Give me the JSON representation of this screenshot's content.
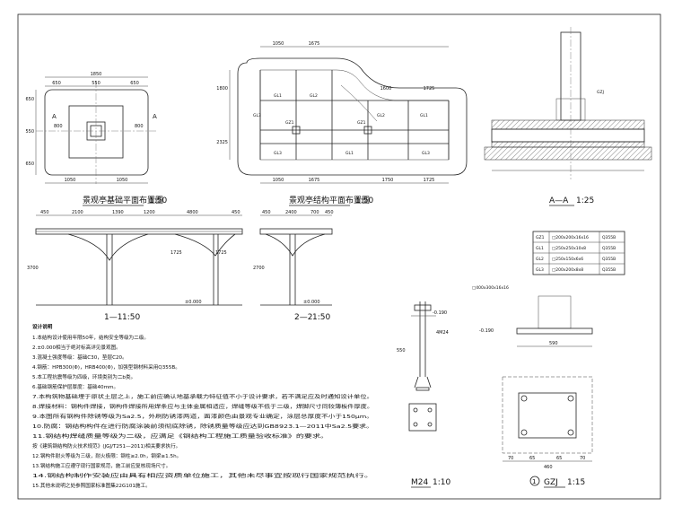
{
  "sheet": {
    "titles": {
      "foundation_plan": "景观亭基础平面布置图",
      "foundation_scale": "1:50",
      "structure_plan": "景观亭结构平面布置图",
      "structure_scale": "1:50",
      "section_aa": "A—A",
      "section_aa_scale": "1:25",
      "section_11": "1—1",
      "section_11_scale": "1:50",
      "section_22": "2—2",
      "section_22_scale": "1:50",
      "anchor": "M24",
      "anchor_scale": "1:10",
      "gzj_prefix": "1",
      "gzj_name": "GZJ",
      "gzj_scale": "1:15"
    },
    "foundation": {
      "dims_top": [
        "650",
        "550",
        "650"
      ],
      "dims_top_total": "1850",
      "dims_bottom": [
        "1050",
        "1050"
      ],
      "dims_left": [
        "650",
        "550",
        "650"
      ],
      "section_mark": "A",
      "levels": [
        "800",
        "800"
      ]
    },
    "structure": {
      "dims_top": [
        "1050",
        "1675",
        "1600",
        "1725"
      ],
      "dims_bottom": [
        "1050",
        "1675",
        "1750",
        "1725"
      ],
      "dims_left": [
        "1800",
        "2325"
      ],
      "members": [
        "GL1",
        "GL2",
        "GL3",
        "GZ1",
        "GZ1",
        "GL2",
        "GL1",
        "GL3",
        "GL1",
        "GL3"
      ]
    },
    "table": {
      "rows": [
        {
          "id": "GZ1",
          "section": "□200x200x16x16",
          "steel": "Q355B"
        },
        {
          "id": "GL1",
          "section": "□250x250x10x8",
          "steel": "Q355B"
        },
        {
          "id": "GL2",
          "section": "□250x150x6x6",
          "steel": "Q355B"
        },
        {
          "id": "GL3",
          "section": "□200x200x8x8",
          "steel": "Q355B"
        }
      ]
    },
    "elev": {
      "sec1_dims": [
        "450",
        "2100",
        "1390",
        "1200",
        "4800",
        "450"
      ],
      "sec1_sub": [
        "1725",
        "1725"
      ],
      "sec1_height": "3700",
      "sec1_ground": "±0.000",
      "sec2_dims": [
        "450",
        "2400",
        "700",
        "450"
      ],
      "sec2_ground": "±0.000",
      "sec2_height": "2700"
    },
    "details": {
      "anchor_level": "-0.190",
      "anchor_bolt": "4M24",
      "anchor_height": "550",
      "gzj_plate": "□400x300x16x16",
      "gzj_level": "-0.190",
      "gzj_width": "590",
      "gzj_bottom_dims": [
        "70",
        "65",
        "65",
        "70"
      ],
      "gzj_bottom_total": "460"
    },
    "notes": {
      "heading": "设计说明",
      "lines": [
        "1.本结构设计使用年限50年，结构安全等级为二级。",
        "2.±0.000相当于绝对标高详见景观图。",
        "3.混凝土强度等级：基础C30，垫层C20。",
        "4.钢筋：HPB300(Φ)，HRB400(Φ)，加强型钢材料采用Q355B。",
        "5.本工程抗震等级为四级，环境类别为二b类。",
        "6.基础钢筋保护层厚度：基础40mm。",
        "7.本构筑物基础埋于原状土层之上，施工前应确认地基承载力特征值不小于设计要求，若不满足应及时通知设计单位。",
        "8.焊接材料：钢构件焊接，钢构件焊接所用焊条应与主体金属相适应，焊缝等级不低于二级，焊脚尺寸同较薄板件厚度。",
        "9.本图所有钢构件除锈等级为Sa2.5，外刷防锈漆两道，面漆颜色由景观专业确定，涂层总厚度不小于150μm。",
        "10.防腐：钢结构构件在进行防腐涂装前须彻底除锈，除锈质量等级应达到GB8923.1—2011中Sa2.5要求。",
        "11.钢结构焊缝质量等级为二级，应满足《钢结构工程施工质量验收标准》的要求。",
        "  按《建筑钢结构防火技术规范》(JGJ/T251—2011)相关要求执行。",
        "12.钢构件耐火等级为三级，耐火极限：钢柱≥2.0h，钢梁≥1.5h。",
        "13.钢结构施工应遵守现行国家规范，施工前应复核现场尺寸。",
        "14.钢结构制作安装应由具有相应资质单位施工，其他未尽事宜按现行国家规范执行。",
        "15.其他未说明之处参照国家标准图集22G101施工。"
      ]
    }
  }
}
